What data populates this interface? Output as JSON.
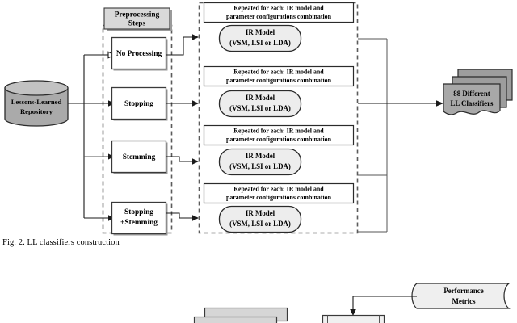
{
  "figure": {
    "caption": "Fig.  2. LL classifiers construction",
    "source": {
      "label": "Lessons-Learned Repository",
      "line1": "Lessons-Learned",
      "line2": "Repository"
    },
    "preprocessing": {
      "header_line1": "Preprocessing",
      "header_line2": "Steps",
      "steps": [
        {
          "name": "no-processing",
          "line1": "No Processing",
          "line2": ""
        },
        {
          "name": "stopping",
          "line1": "Stopping",
          "line2": ""
        },
        {
          "name": "stemming",
          "line1": "Stemming",
          "line2": ""
        },
        {
          "name": "stopping-stemming",
          "line1": "Stopping",
          "line2": "+Stemming"
        }
      ]
    },
    "repeat_note": {
      "line1": "Repeated for each: IR model and",
      "line2": "parameter configurations combination"
    },
    "ir_model": {
      "line1": "IR Model",
      "line2": "(VSM, LSI or LDA)"
    },
    "ir_groups": [
      {
        "name": "ir-group-1"
      },
      {
        "name": "ir-group-2"
      },
      {
        "name": "ir-group-3"
      },
      {
        "name": "ir-group-4"
      }
    ],
    "output": {
      "line1": "88 Different",
      "line2": "LL Classifiers",
      "count": "88"
    },
    "next_figure": {
      "metrics_line1": "Performance",
      "metrics_line2": "Metrics"
    },
    "colors": {
      "background": "#ffffff",
      "ink": "#000000",
      "stroke": "#2b2b2b",
      "dashed_stroke": "#5b5b5b",
      "header_fill": "#d9d9d9",
      "model_fill": "#ededed",
      "cylinder_fill": "#aaaaaa",
      "document_fill": "#a8a8a8",
      "tape_fill": "#efefef",
      "shadow": "#9a9a9a"
    }
  }
}
